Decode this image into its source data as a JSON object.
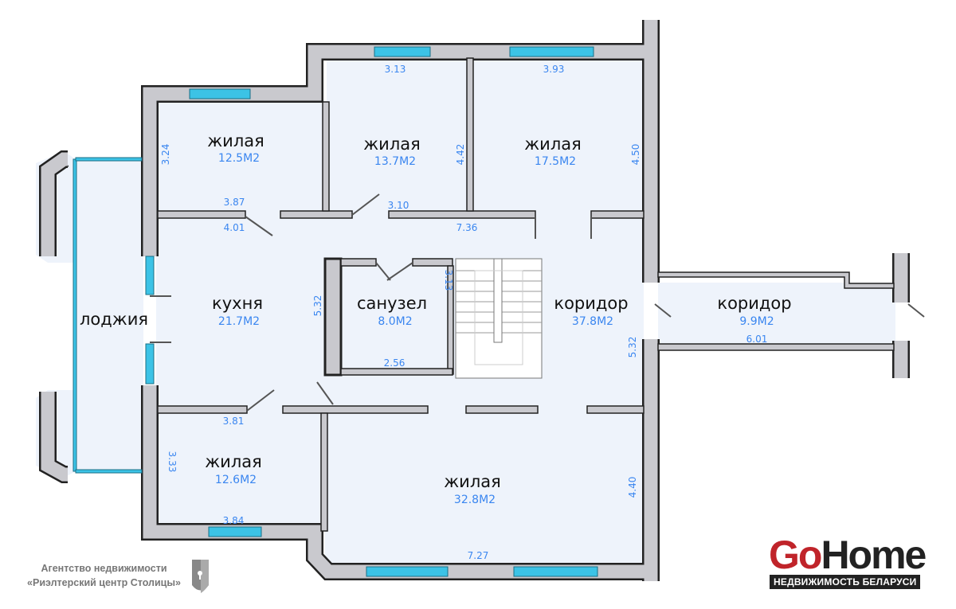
{
  "rooms": [
    {
      "name": "жилая",
      "area": "12.5М2"
    },
    {
      "name": "жилая",
      "area": "13.7М2"
    },
    {
      "name": "жилая",
      "area": "17.5М2"
    },
    {
      "name": "кухня",
      "area": "21.7М2"
    },
    {
      "name": "санузел",
      "area": "8.0М2"
    },
    {
      "name": "коридор",
      "area": "37.8М2"
    },
    {
      "name": "коридор",
      "area": "9.9М2"
    },
    {
      "name": "жилая",
      "area": "12.6М2"
    },
    {
      "name": "жилая",
      "area": "32.8М2"
    },
    {
      "name": "лоджия"
    }
  ],
  "dimensions": [
    "3.13",
    "3.93",
    "3.24",
    "4.42",
    "4.50",
    "3.87",
    "3.10",
    "4.01",
    "7.36",
    "3.13",
    "5.32",
    "5.32",
    "2.56",
    "6.01",
    "3.81",
    "3.33",
    "4.40",
    "3.84",
    "7.27"
  ],
  "colors": {
    "wall": "#c9c9ce",
    "wall_outline": "#222222",
    "floor": "#eef3fb",
    "window": "#3cc3e6",
    "dimension": "#3a86f0"
  },
  "branding": {
    "agency_line1": "Агентство недвижимости",
    "agency_line2": "«Риэлтерский центр Столицы»",
    "gohome_go": "Go",
    "gohome_home": "Home",
    "gohome_tagline": "НЕДВИЖИМОСТЬ БЕЛАРУСИ"
  }
}
